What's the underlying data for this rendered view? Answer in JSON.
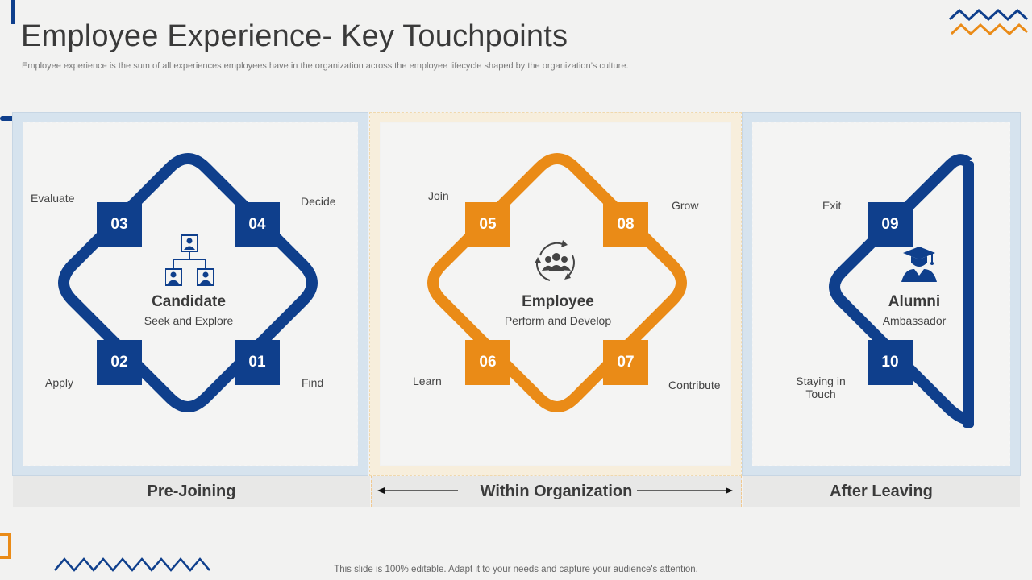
{
  "header": {
    "title": "Employee Experience- Key Touchpoints",
    "subtitle": "Employee experience is the sum of all experiences employees have in the organization across the employee lifecycle shaped by the organization’s culture."
  },
  "colors": {
    "blue": "#0f3f8c",
    "orange": "#ea8b17",
    "panel_blue": "#d6e3ee",
    "panel_orange": "#f7eedc"
  },
  "stages": [
    {
      "label": "Pre-Joining",
      "center_title": "Candidate",
      "center_subtitle": "Seek and Explore",
      "icon": "org-chart-icon",
      "touchpoints": [
        {
          "num": "01",
          "label": "Find"
        },
        {
          "num": "02",
          "label": "Apply"
        },
        {
          "num": "03",
          "label": "Evaluate"
        },
        {
          "num": "04",
          "label": "Decide"
        }
      ]
    },
    {
      "label": "Within Organization",
      "center_title": "Employee",
      "center_subtitle": "Perform and Develop",
      "icon": "team-cycle-icon",
      "touchpoints": [
        {
          "num": "05",
          "label": "Join"
        },
        {
          "num": "06",
          "label": "Learn"
        },
        {
          "num": "07",
          "label": "Contribute"
        },
        {
          "num": "08",
          "label": "Grow"
        }
      ]
    },
    {
      "label": "After Leaving",
      "center_title": "Alumni",
      "center_subtitle": "Ambassador",
      "icon": "graduate-icon",
      "touchpoints": [
        {
          "num": "09",
          "label": "Exit"
        },
        {
          "num": "10",
          "label": "Staying in Touch"
        }
      ]
    }
  ],
  "footer": "This slide is 100% editable. Adapt it to your needs and capture your audience's attention."
}
